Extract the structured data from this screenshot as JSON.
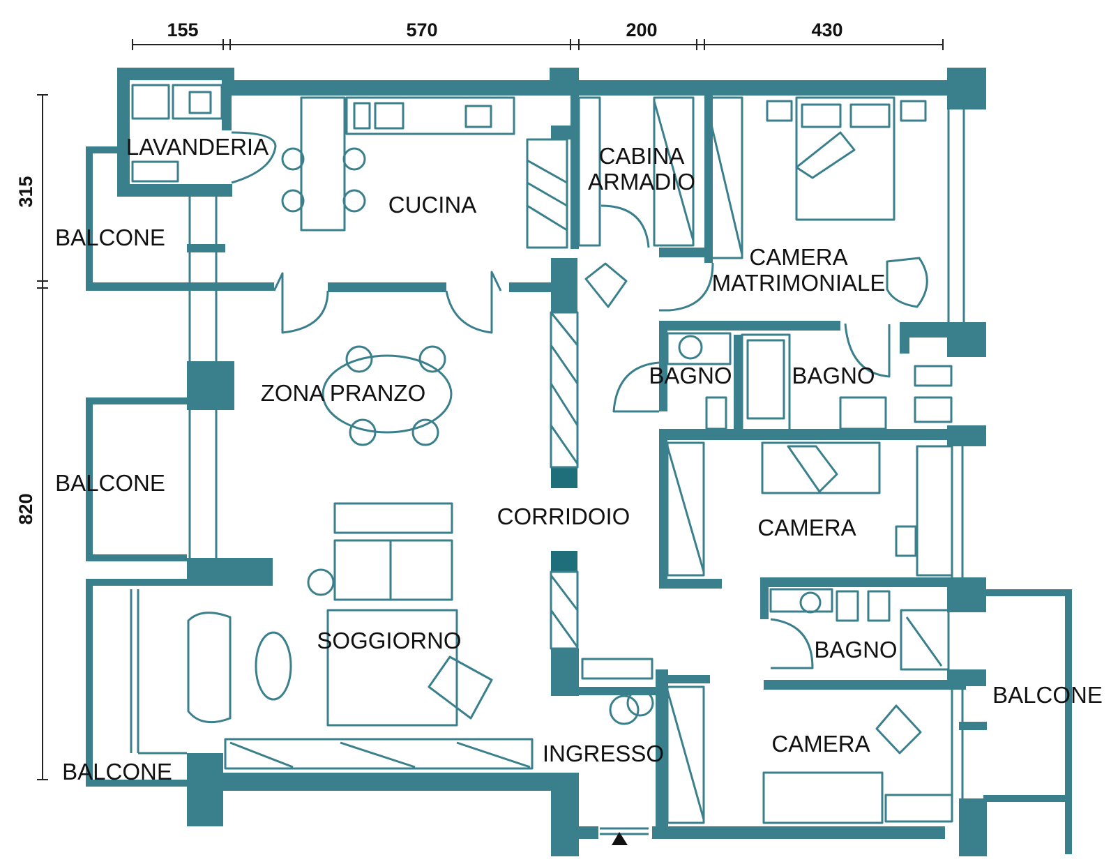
{
  "dimensions": {
    "top": [
      "155",
      "570",
      "200",
      "430"
    ],
    "left": [
      "315",
      "820"
    ]
  },
  "rooms": {
    "lavanderia": "LAVANDERIA",
    "cucina": "CUCINA",
    "cabina_line1": "CABINA",
    "cabina_line2": "ARMADIO",
    "camera_matrimoniale_line1": "CAMERA",
    "camera_matrimoniale_line2": "MATRIMONIALE",
    "balcone_top": "BALCONE",
    "zona_pranzo": "ZONA PRANZO",
    "bagno_1": "BAGNO",
    "bagno_2": "BAGNO",
    "balcone_mid": "BALCONE",
    "corridoio": "CORRIDOIO",
    "camera_1": "CAMERA",
    "soggiorno": "SOGGIORNO",
    "bagno_3": "BAGNO",
    "balcone_right": "BALCONE",
    "camera_2": "CAMERA",
    "ingresso": "INGRESSO",
    "balcone_bottom": "BALCONE"
  },
  "colors": {
    "walls": "#3a7f8c",
    "accent": "#1f6f7a"
  }
}
